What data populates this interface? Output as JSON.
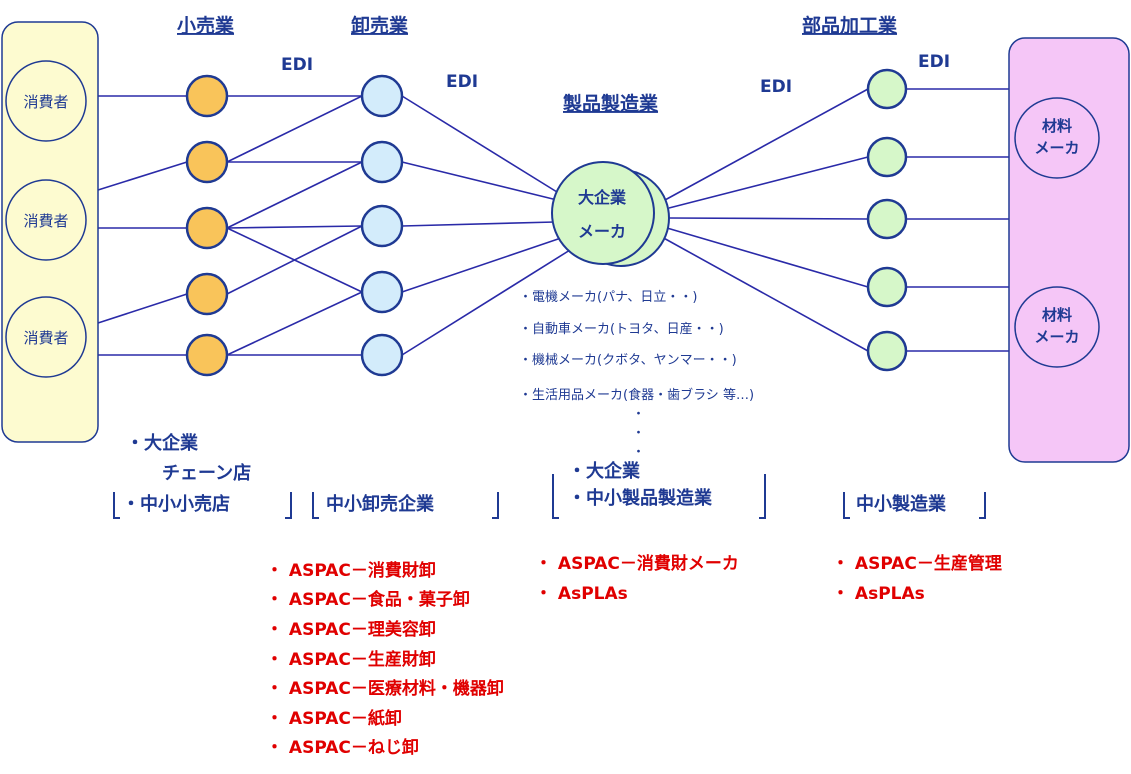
{
  "headers": {
    "retail": "小売業",
    "wholesale": "卸売業",
    "manufacturing": "製品製造業",
    "parts": "部品加工業"
  },
  "edi_label": "EDI",
  "consumer_label": "消費者",
  "material_maker": {
    "line1": "材料",
    "line2": "メーカ"
  },
  "big_maker": {
    "line1": "大企業",
    "line2": "メーカ"
  },
  "maker_list": [
    "・電機メーカ(パナ、日立・・)",
    "・自動車メーカ(トヨタ、日産・・)",
    "・機械メーカ(クボタ、ヤンマー・・)",
    "・生活用品メーカ(食器・歯ブラシ 等…)"
  ],
  "dots": [
    "・",
    "・",
    "・"
  ],
  "groups": {
    "retail": [
      "・大企業",
      "チェーン店",
      "・中小小売店"
    ],
    "wholesale": [
      "中小卸売企業"
    ],
    "manufacturing": [
      "・大企業",
      "・中小製品製造業"
    ],
    "parts": [
      "中小製造業"
    ]
  },
  "products": {
    "wholesale": [
      "・ ASPAC－消費財卸",
      "・ ASPAC－食品・菓子卸",
      "・ ASPAC－理美容卸",
      "・ ASPAC－生産財卸",
      "・ ASPAC－医療材料・機器卸",
      "・ ASPAC－紙卸",
      "・ ASPAC－ねじ卸"
    ],
    "manufacturing": [
      "・ ASPAC－消費財メーカ",
      "・ AsPLAs"
    ],
    "parts": [
      "・ ASPAC－生産管理",
      "・ AsPLAs"
    ]
  },
  "colors": {
    "text": "#1f3a93",
    "line": "#2a2aa8",
    "product_text": "#e00000",
    "consumer_panel": "#fdfbd0",
    "retail_node": "#f9c45a",
    "wholesale_node": "#d3ecfb",
    "maker_node": "#d6f7c9",
    "parts_node": "#d6f7c9",
    "material_panel": "#f5c6f7"
  }
}
